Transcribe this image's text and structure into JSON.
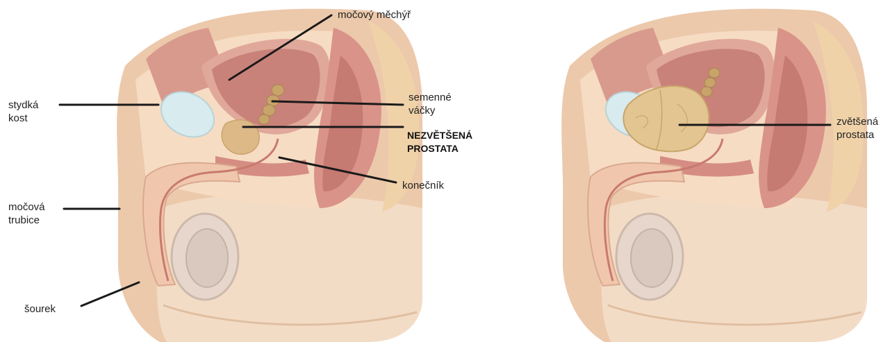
{
  "figure": {
    "left_panel": {
      "labels": {
        "bladder": "močový měchýř",
        "pubic_bone": "stydká\nkost",
        "seminal_vesicles": "semenné\nváčky",
        "normal_prostate": "NEZVĚTŠENÁ\nPROSTATA",
        "rectum": "konečník",
        "urethra": "močová\ntrubice",
        "scrotum": "šourek"
      }
    },
    "right_panel": {
      "labels": {
        "enlarged_prostate": "zvětšená\nprostata"
      }
    }
  }
}
